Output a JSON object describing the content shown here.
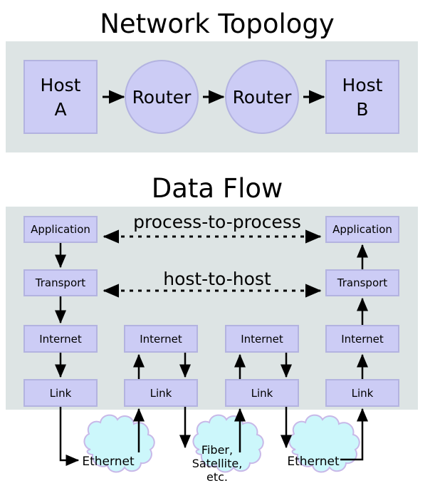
{
  "sections": [
    {
      "id": "network-topology",
      "title": "Network Topology",
      "nodes": [
        {
          "id": "host-a",
          "label_line1": "Host",
          "label_line2": "A",
          "shape": "rect"
        },
        {
          "id": "router-1",
          "label": "Router",
          "shape": "ellipse"
        },
        {
          "id": "router-2",
          "label": "Router",
          "shape": "ellipse"
        },
        {
          "id": "host-b",
          "label_line1": "Host",
          "label_line2": "B",
          "shape": "rect"
        }
      ],
      "connections": [
        {
          "from": "host-a",
          "to": "router-1",
          "style": "solid-arrow"
        },
        {
          "from": "router-1",
          "to": "router-2",
          "style": "solid-arrow"
        },
        {
          "from": "router-2",
          "to": "host-b",
          "style": "solid-arrow"
        }
      ]
    },
    {
      "id": "data-flow",
      "title": "Data Flow",
      "columns": [
        {
          "id": "col-1",
          "layers": [
            "Application",
            "Transport",
            "Internet",
            "Link"
          ]
        },
        {
          "id": "col-2",
          "layers": [
            "Internet",
            "Link"
          ]
        },
        {
          "id": "col-3",
          "layers": [
            "Internet",
            "Link"
          ]
        },
        {
          "id": "col-4",
          "layers": [
            "Application",
            "Transport",
            "Internet",
            "Link"
          ]
        }
      ],
      "peer_links": [
        {
          "id": "process-to-process",
          "label": "process-to-process",
          "style": "dashed-double-arrow"
        },
        {
          "id": "host-to-host",
          "label": "host-to-host",
          "style": "dashed-double-arrow"
        }
      ],
      "clouds": [
        {
          "id": "cloud-ethernet-left",
          "lines": [
            "Ethernet"
          ]
        },
        {
          "id": "cloud-fiber-satellite",
          "lines": [
            "Fiber,",
            "Satellite,",
            "etc."
          ]
        },
        {
          "id": "cloud-ethernet-right",
          "lines": [
            "Ethernet"
          ]
        }
      ]
    }
  ],
  "colors": {
    "panel_background": "#dde4e4",
    "node_fill": "#ccccf5",
    "node_stroke": "#b3b3e0",
    "cloud_fill": "#ccf7fb",
    "cloud_stroke": "#c8b8e8",
    "line": "#000000",
    "page_background": "#ffffff"
  }
}
